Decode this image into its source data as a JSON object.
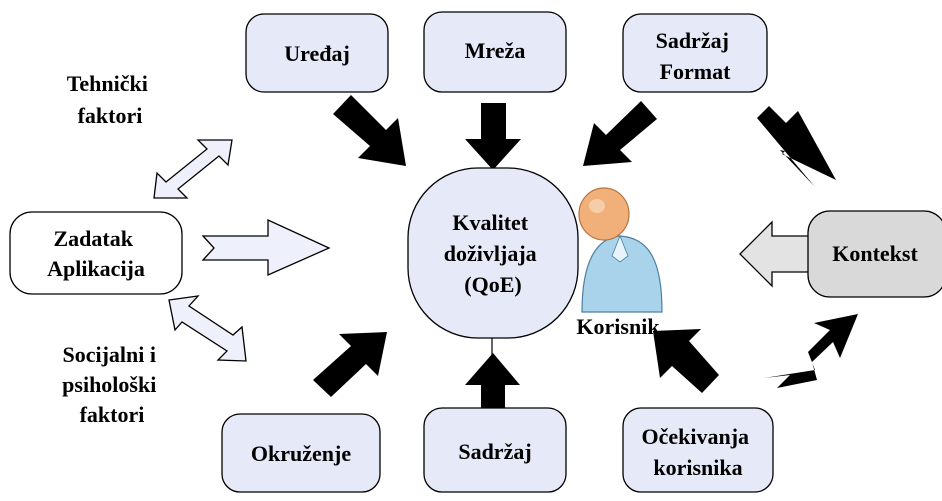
{
  "colors": {
    "factor_box_fill": "#e6e9f7",
    "context_fill": "#d9d9d9",
    "hollow_arrow_fill": "#eef1fb",
    "context_arrow_fill": "#e3e3e3",
    "solid_arrow_fill": "#000000",
    "user_head": "#f1b07a",
    "user_body": "#a9d3ea"
  },
  "center": {
    "lines": [
      "Kvalitet",
      "doživljaja",
      "(QoE)"
    ]
  },
  "top_factors": [
    {
      "lines": [
        "Uređaj"
      ]
    },
    {
      "lines": [
        "Mreža"
      ]
    },
    {
      "lines": [
        "Sadržaj",
        "Format"
      ]
    }
  ],
  "bottom_factors": [
    {
      "lines": [
        "Okruženje"
      ]
    },
    {
      "lines": [
        "Sadržaj"
      ]
    },
    {
      "lines": [
        "Očekivanja",
        "korisnika"
      ]
    }
  ],
  "context": {
    "lines": [
      "Kontekst"
    ]
  },
  "task": {
    "lines": [
      "Zadatak",
      "Aplikacija"
    ]
  },
  "technical_label": {
    "lines": [
      "Tehnički",
      "faktori"
    ]
  },
  "social_label": {
    "lines": [
      "Socijalni i",
      "psihološki",
      "faktori"
    ]
  },
  "user": {
    "label": "Korisnik",
    "icon": "user-person-icon"
  }
}
